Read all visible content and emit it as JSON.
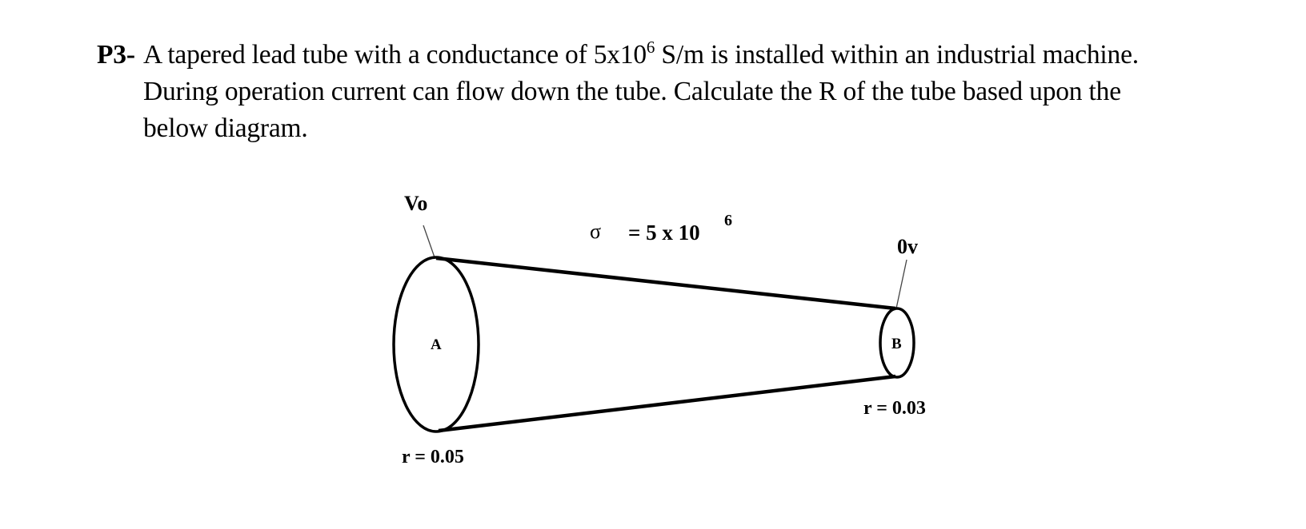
{
  "problem": {
    "number": "P3-",
    "line1_pre": "A tapered lead tube with a conductance of 5x10",
    "line1_sup": "6",
    "line1_post": " S/m is installed within an industrial machine.",
    "line2": "During operation current can flow down the tube. Calculate the R of the tube based upon the",
    "line3": "below diagram."
  },
  "diagram": {
    "left_terminal_label": "Vo",
    "right_terminal_label": "0v",
    "sigma_symbol": "σ",
    "sigma_value": "= 5 x 10",
    "sigma_exponent": "6",
    "left_face_label": "A",
    "right_face_label": "B",
    "left_radius_label": "r = 0.05",
    "right_radius_label": "r = 0.03",
    "stroke_color": "#000000",
    "leader_color": "#444444"
  }
}
